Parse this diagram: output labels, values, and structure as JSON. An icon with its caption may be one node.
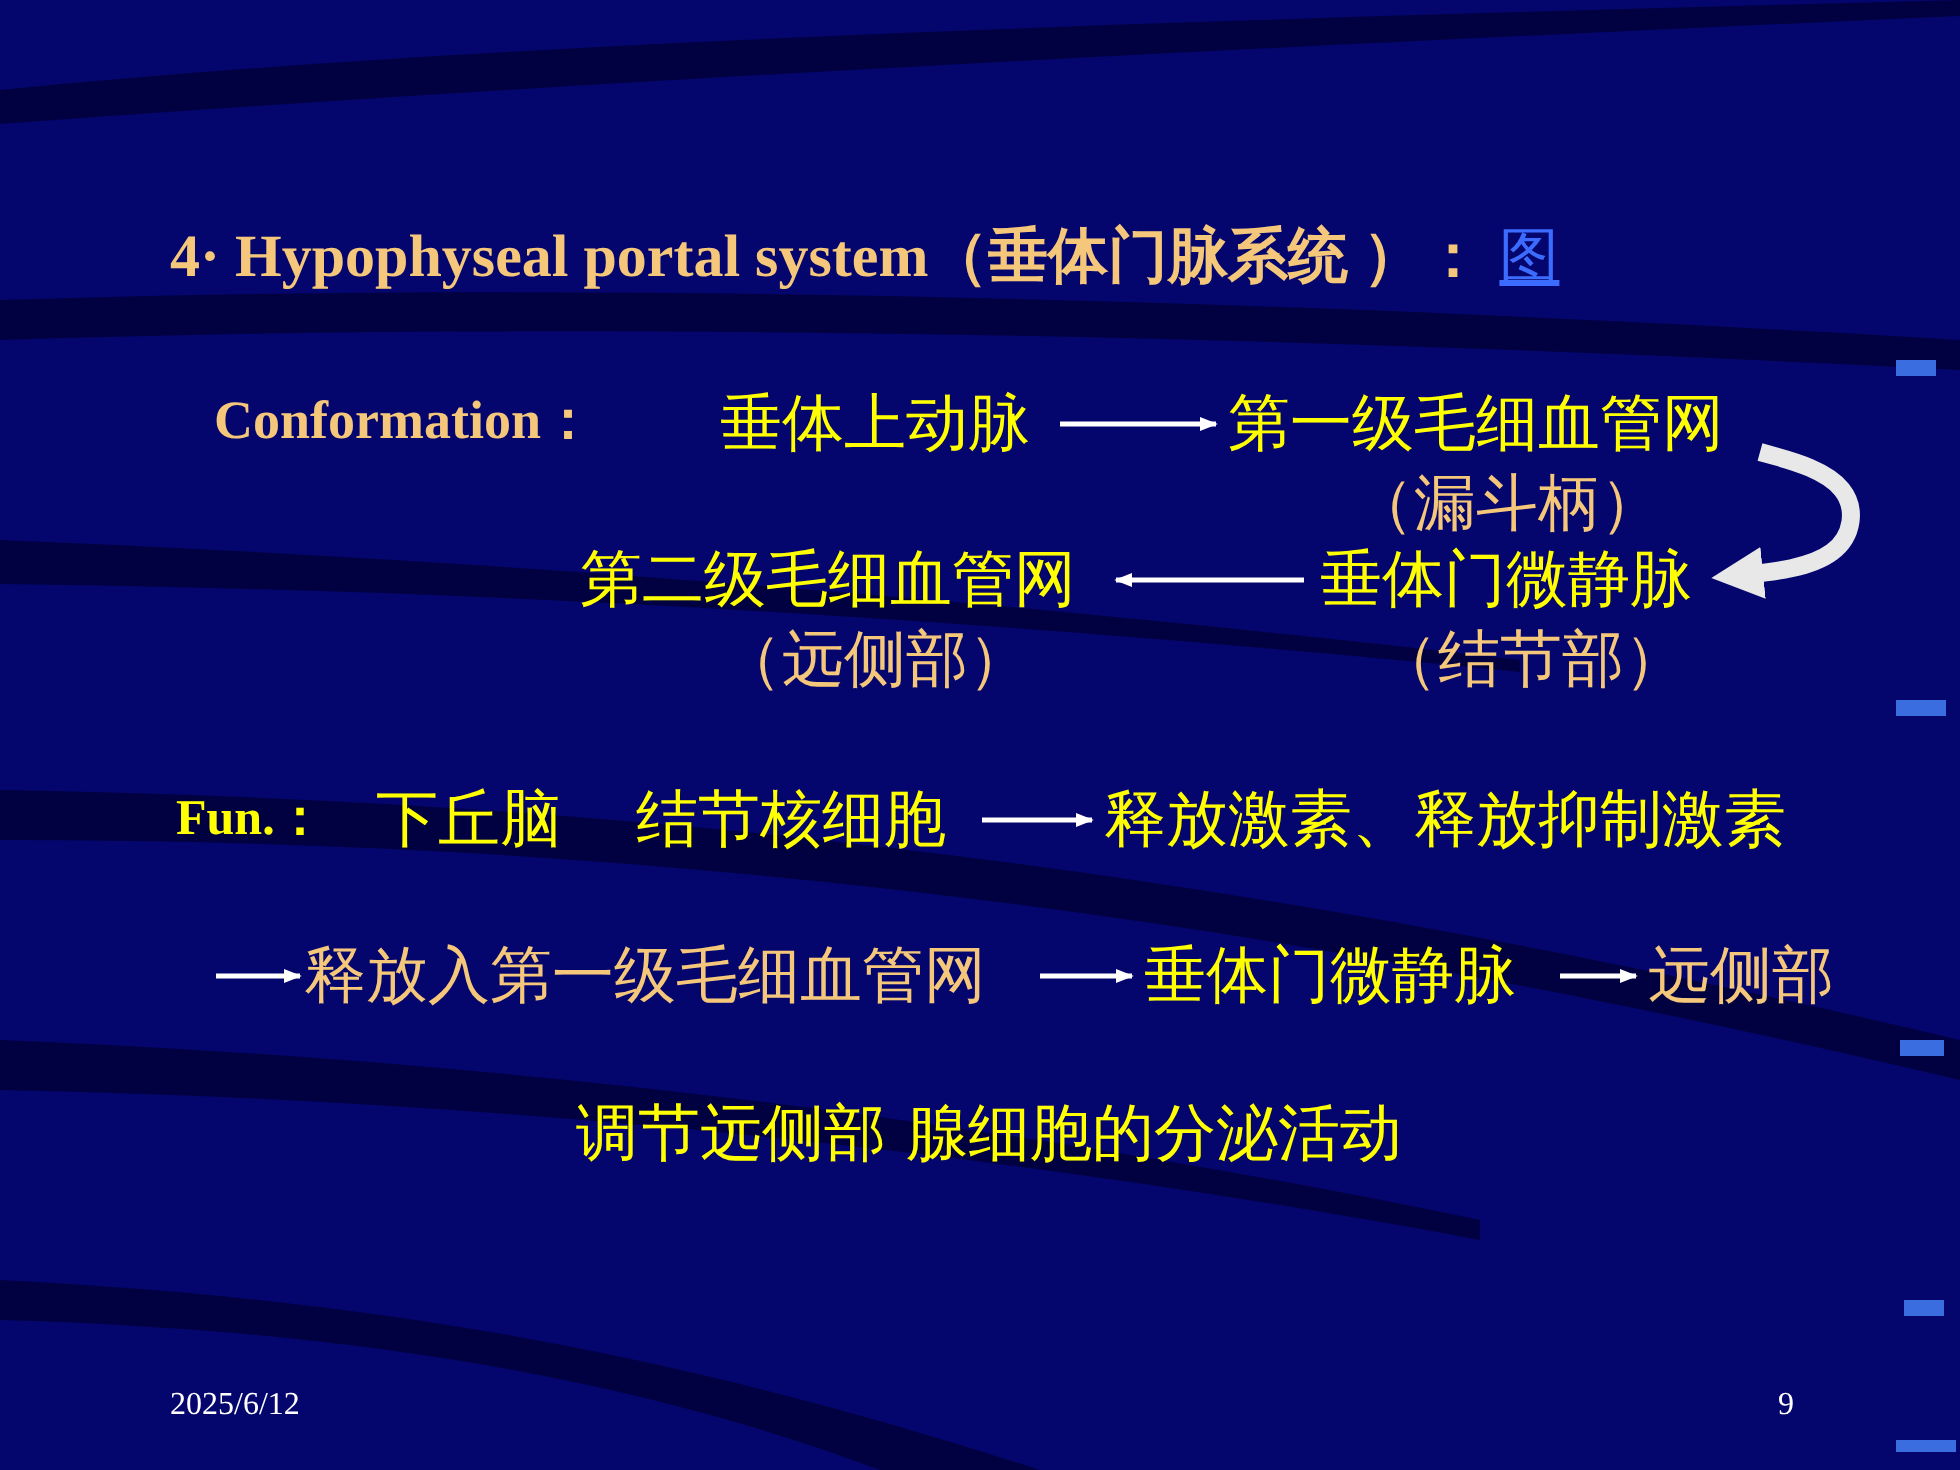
{
  "diagram": {
    "title": "4· Hypophyseal portal system（垂体门脉系统 ）：",
    "nodes": [
      {
        "text": [
          "垂体上动脉"
        ]
      },
      {
        "text": [
          "第一级毛细血管网",
          "（漏斗柄）"
        ]
      },
      {
        "text": [
          "垂体门微静脉",
          "（结节部）"
        ]
      },
      {
        "text": [
          "第二级毛细血管网",
          "（远侧部）"
        ]
      },
      {
        "text": [
          "下丘脑",
          "结节核细胞"
        ]
      },
      {
        "text": [
          "释放激素、释放抑制激素"
        ]
      },
      {
        "text": [
          "释放入第一级毛细血管网"
        ]
      },
      {
        "text": [
          "垂体门微静脉"
        ]
      },
      {
        "text": [
          "远侧部"
        ]
      }
    ],
    "edges": [
      {
        "from": 0,
        "to": 1,
        "arrow": "to"
      },
      {
        "from": 1,
        "to": 2,
        "arrow": "to",
        "style": "thick"
      },
      {
        "from": 2,
        "to": 3,
        "arrow": "to"
      },
      {
        "from": 4,
        "to": 5,
        "arrow": "to"
      },
      {
        "from": null,
        "to": 6,
        "arrow": "to"
      },
      {
        "from": 6,
        "to": 7,
        "arrow": "to"
      },
      {
        "from": 7,
        "to": 8,
        "arrow": "to"
      }
    ],
    "labels": [
      "图",
      "Conformation：",
      "Fun.：",
      "调节远侧部 腺细胞的分泌活动",
      "2025/6/12",
      "9"
    ]
  }
}
